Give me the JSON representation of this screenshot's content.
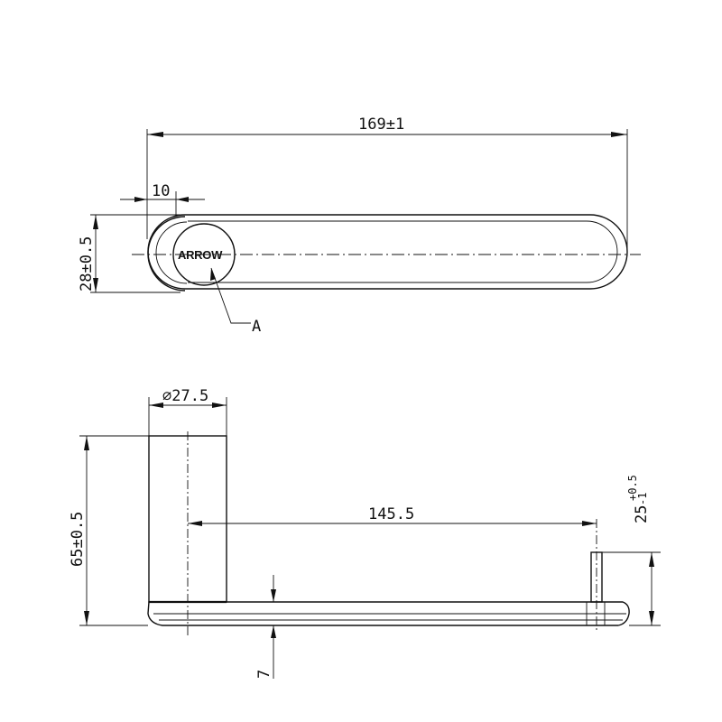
{
  "top_view": {
    "overall_length": "169±1",
    "end_offset": "10",
    "width": "28±0.5",
    "marking_text": "ARROW",
    "callout": "A"
  },
  "side_view": {
    "post_diameter": "⌀27.5",
    "height": "65±0.5",
    "center_distance": "145.5",
    "plate_thickness": "7",
    "pin_height_main": "25",
    "pin_tol_upper": "+0.5",
    "pin_tol_lower": "-1"
  }
}
